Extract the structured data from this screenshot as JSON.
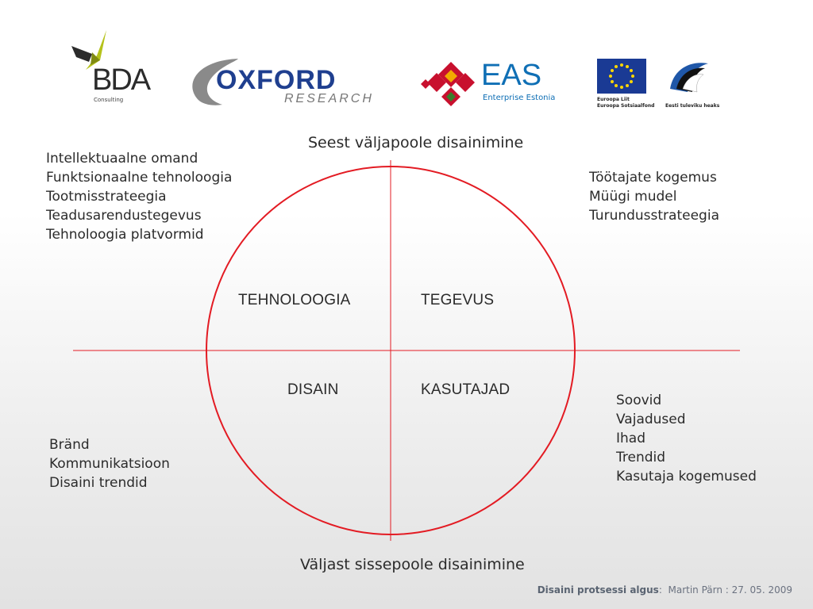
{
  "logos": {
    "bda": {
      "mark": "BDA",
      "sub": "Consulting"
    },
    "oxford": {
      "top": "OXFORD",
      "bottom": "RESEARCH"
    },
    "eas": {
      "mark": "EAS",
      "sub": "Enterprise Estonia"
    },
    "eu": {
      "line1": "Euroopa Liit",
      "line2": "Euroopa Sotsiaalfond"
    },
    "estonia": {
      "caption": "Eesti tuleviku heaks"
    }
  },
  "diagram": {
    "top_label": "Seest väljapoole disainimine",
    "bottom_label": "Väljast sissepoole disainimine",
    "quadrants": {
      "top_left": "TEHNOLOOGIA",
      "top_right": "TEGEVUS",
      "bottom_left": "DISAIN",
      "bottom_right": "KASUTAJAD"
    },
    "lists": {
      "top_left": [
        "Intellektuaalne omand",
        "Funktsionaalne tehnoloogia",
        "Tootmisstrateegia",
        "Teadusarendustegevus",
        "Tehnoloogia platvormid"
      ],
      "top_right": [
        "Töötajate kogemus",
        "Müügi mudel",
        "Turundusstrateegia"
      ],
      "bottom_left": [
        "Bränd",
        "Kommunikatsioon",
        "Disaini trendid"
      ],
      "bottom_right": [
        "Soovid",
        "Vajadused",
        "Ihad",
        "Trendid",
        "Kasutaja kogemused"
      ]
    },
    "line_color": "#e31b23"
  },
  "footer": {
    "title": "Disaini protsessi algus",
    "separator": ":",
    "meta": "Martin Pärn : 27. 05. 2009"
  },
  "colors": {
    "accent_red": "#e31b23",
    "oxford_blue": "#1f3f8f",
    "eas_blue": "#0f6fb5",
    "bda_green": "#b5c21b",
    "eu_blue": "#1a3a94",
    "eu_star": "#ffd700"
  }
}
